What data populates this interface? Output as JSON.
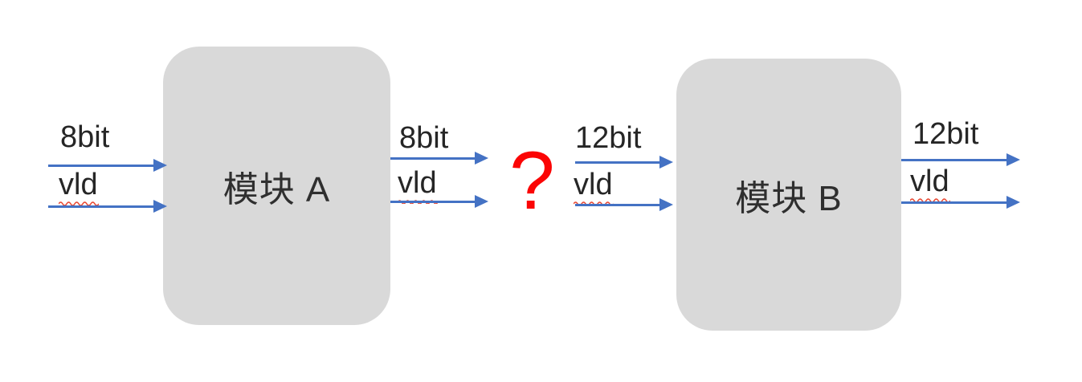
{
  "diagram": {
    "type": "block-diagram",
    "background_color": "#ffffff",
    "arrow_color": "#4472c4",
    "module_fill_color": "#d9d9d9",
    "label_text_color": "#262626",
    "question_mark_color": "#fb0505",
    "spellcheck_underline_color": "#e8442e",
    "modules": [
      {
        "label": "模块 A"
      },
      {
        "label": "模块 B"
      }
    ],
    "connections": [
      {
        "name": "external-input-to-module-a",
        "signals": [
          "8bit",
          "vld"
        ]
      },
      {
        "name": "module-a-output",
        "signals": [
          "8bit",
          "vld"
        ]
      },
      {
        "name": "module-b-input",
        "signals": [
          "12bit",
          "vld"
        ]
      },
      {
        "name": "module-b-output",
        "signals": [
          "12bit",
          "vld"
        ]
      }
    ],
    "question_mark": "?"
  }
}
